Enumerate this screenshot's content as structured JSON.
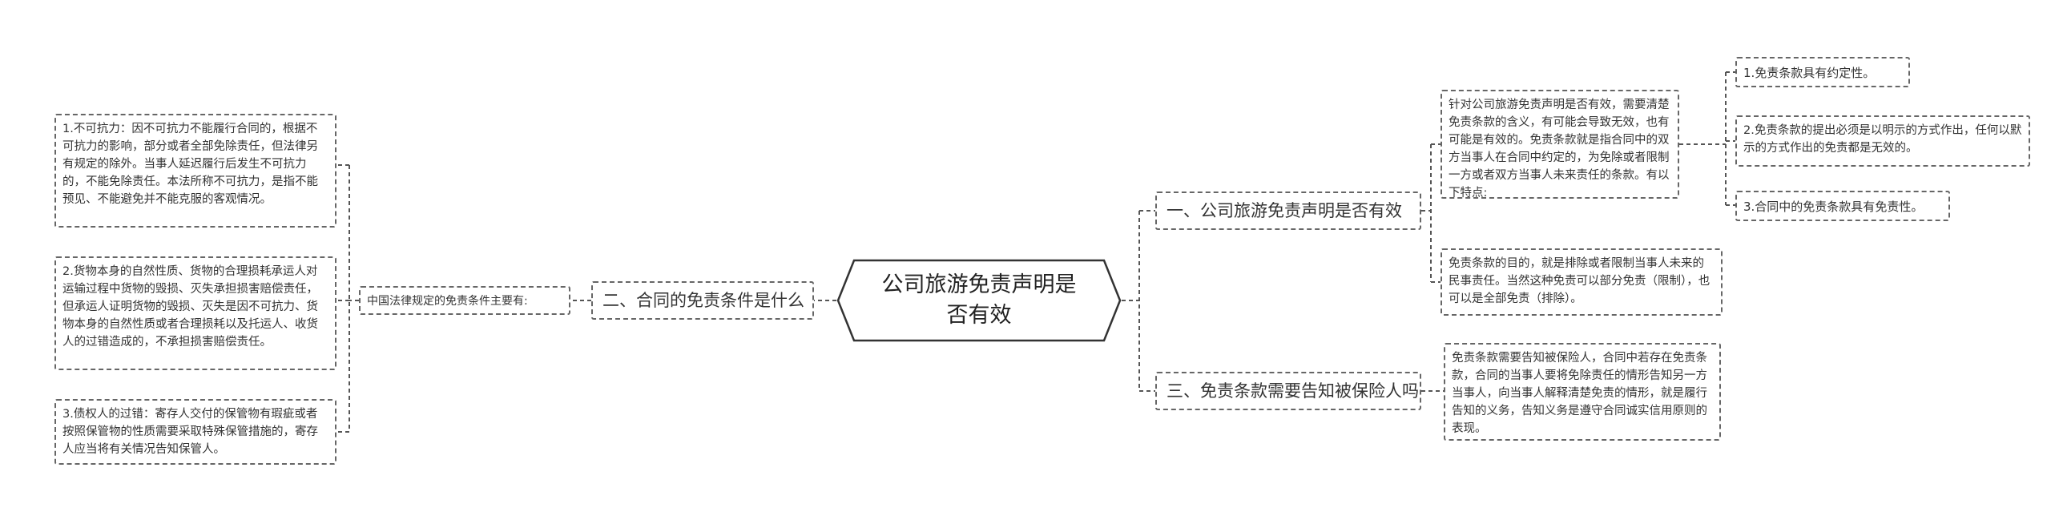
{
  "root": {
    "title": "公司旅游免责声明是否有效"
  },
  "right": [
    {
      "label": "一、公司旅游免责声明是否有效",
      "children": [
        {
          "text": "针对公司旅游免责声明是否有效，需要清楚免责条款的含义，有可能会导致无效，也有可能是有效的。免责条款就是指合同中的双方当事人在合同中约定的，为免除或者限制一方或者双方当事人未来责任的条款。有以下特点:",
          "children": [
            {
              "text": "1.免责条款具有约定性。"
            },
            {
              "text": "2.免责条款的提出必须是以明示的方式作出，任何以默示的方式作出的免责都是无效的。"
            },
            {
              "text": "3.合同中的免责条款具有免责性。"
            }
          ]
        },
        {
          "text": "免责条款的目的，就是排除或者限制当事人未来的民事责任。当然这种免责可以部分免责（限制），也可以是全部免责（排除）。"
        }
      ]
    },
    {
      "label": "三、免责条款需要告知被保险人吗",
      "children": [
        {
          "text": "免责条款需要告知被保险人，合同中若存在免责条款，合同的当事人要将免除责任的情形告知另一方当事人，向当事人解释清楚免责的情形，就是履行告知的义务，告知义务是遵守合同诚实信用原则的表现。"
        }
      ]
    }
  ],
  "left": [
    {
      "label": "二、合同的免责条件是什么",
      "intro": "中国法律规定的免责条件主要有:",
      "children": [
        {
          "text": "1.不可抗力：因不可抗力不能履行合同的，根据不可抗力的影响，部分或者全部免除责任，但法律另有规定的除外。当事人延迟履行后发生不可抗力的，不能免除责任。本法所称不可抗力，是指不能预见、不能避免并不能克服的客观情况。"
        },
        {
          "text": "2.货物本身的自然性质、货物的合理损耗承运人对运输过程中货物的毁损、灭失承担损害赔偿责任，但承运人证明货物的毁损、灭失是因不可抗力、货物本身的自然性质或者合理损耗以及托运人、收货人的过错造成的，不承担损害赔偿责任。"
        },
        {
          "text": "3.债权人的过错：寄存人交付的保管物有瑕疵或者按照保管物的性质需要采取特殊保管措施的，寄存人应当将有关情况告知保管人。"
        }
      ]
    }
  ]
}
